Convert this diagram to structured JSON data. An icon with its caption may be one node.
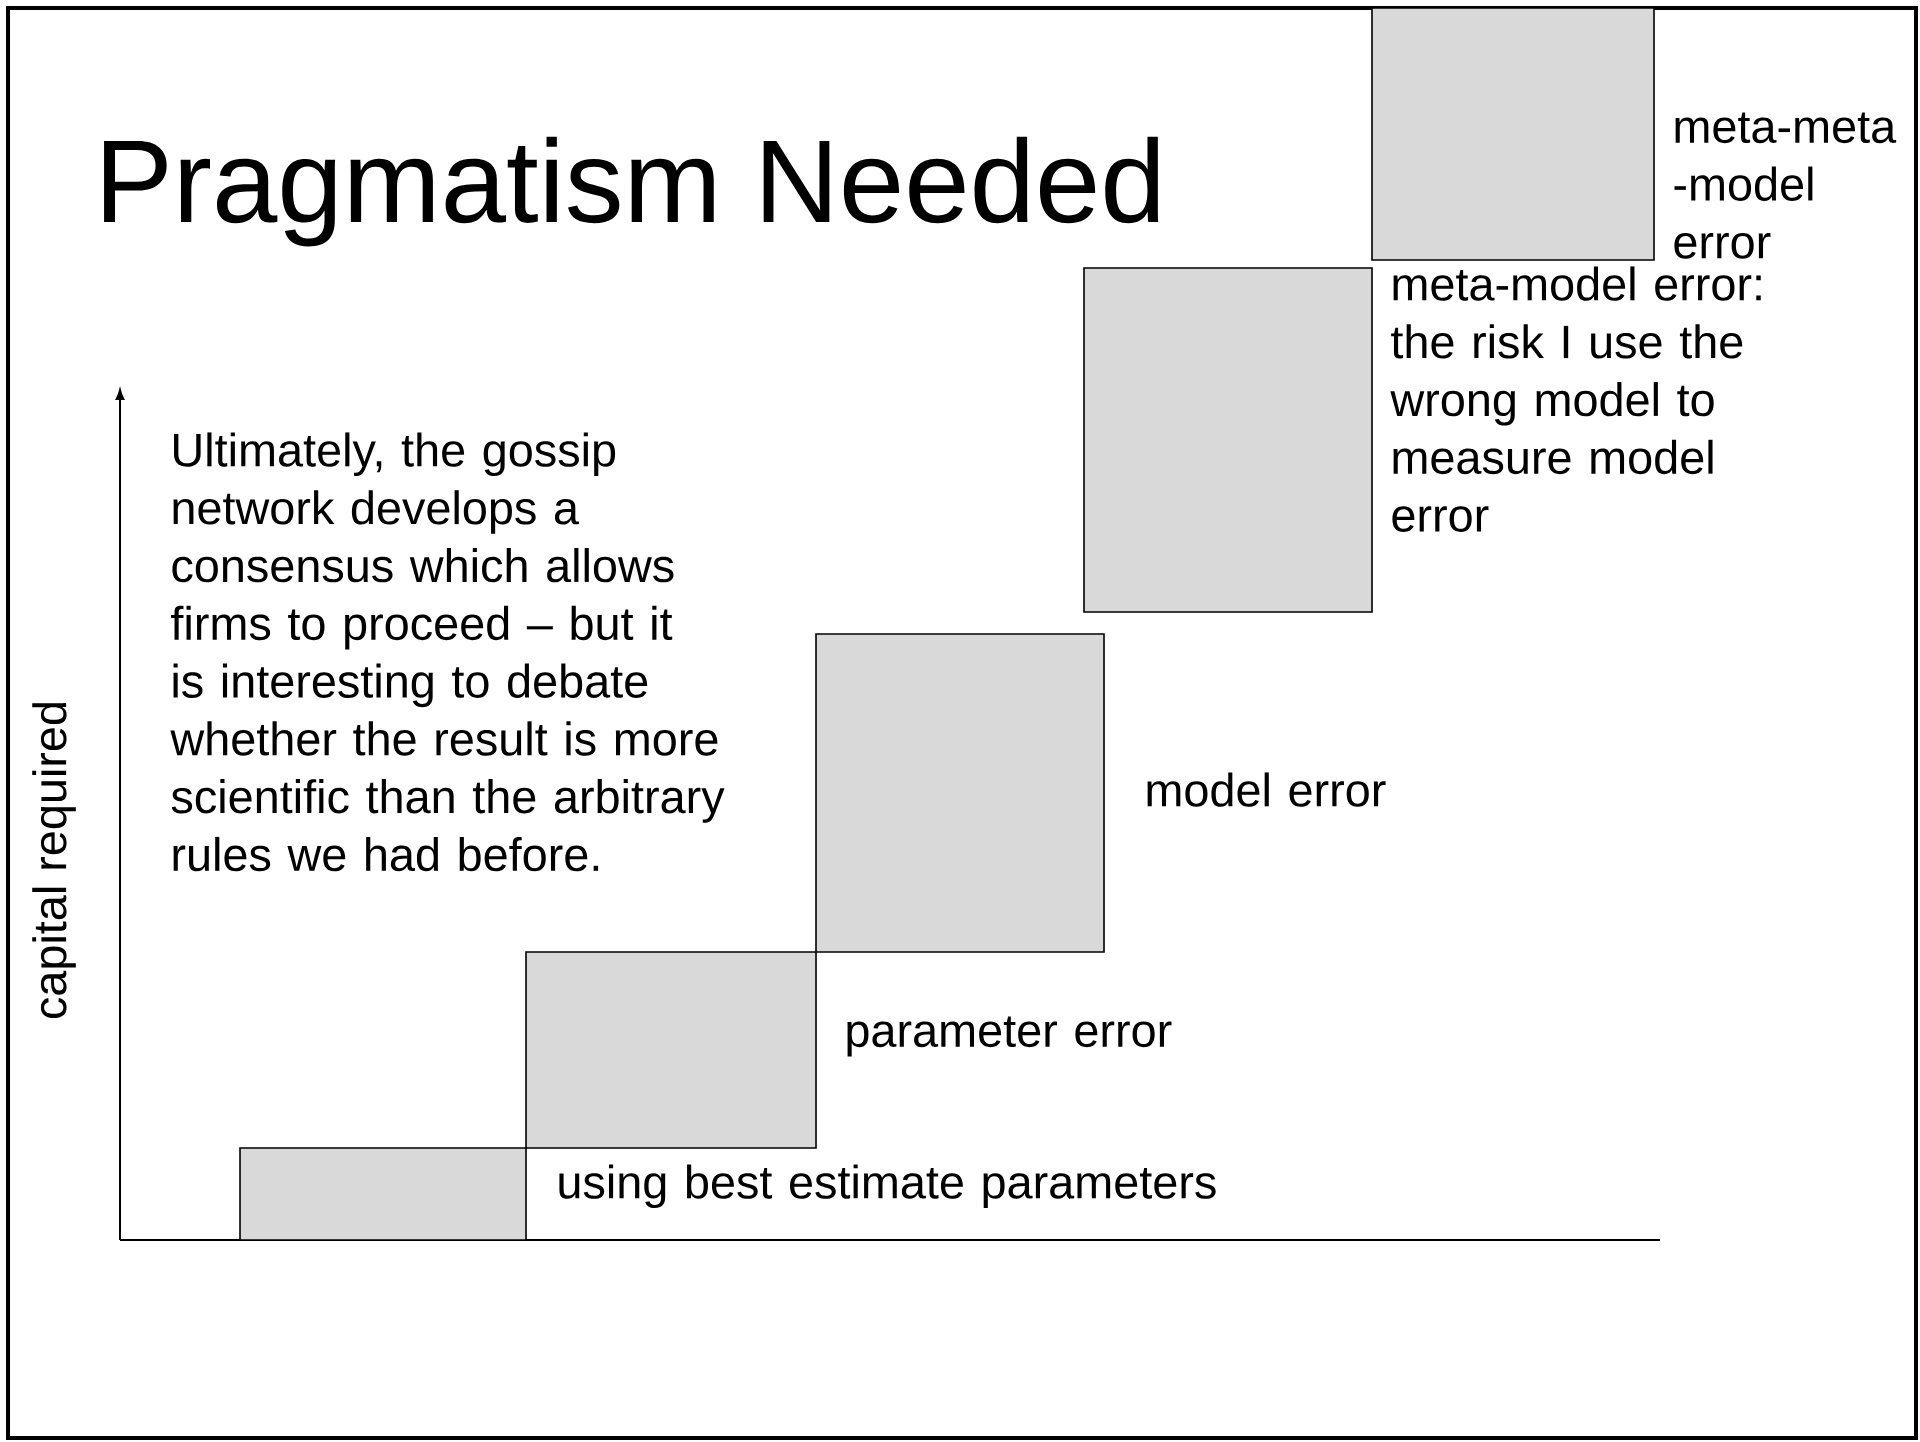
{
  "diagram": {
    "title": "Pragmatism Needed",
    "nodes": [
      {
        "text": [],
        "shape": "box",
        "beside": [
          "using best estimate parameters"
        ]
      },
      {
        "text": [],
        "shape": "box",
        "beside": [
          "parameter error"
        ]
      },
      {
        "text": [],
        "shape": "box",
        "beside": [
          "model error"
        ]
      },
      {
        "text": [],
        "shape": "box",
        "beside": [
          "meta-model error: the risk I use the wrong model to measure model error"
        ]
      },
      {
        "text": [],
        "shape": "box",
        "beside": [
          "meta-meta -model error"
        ]
      }
    ],
    "edges": [],
    "labels": [
      "Ultimately, the gossip network develops a consensus which allows firms to proceed – but it is interesting to debate whether the result is more scientific than the arbitrary rules we had before.",
      "capital required"
    ]
  }
}
